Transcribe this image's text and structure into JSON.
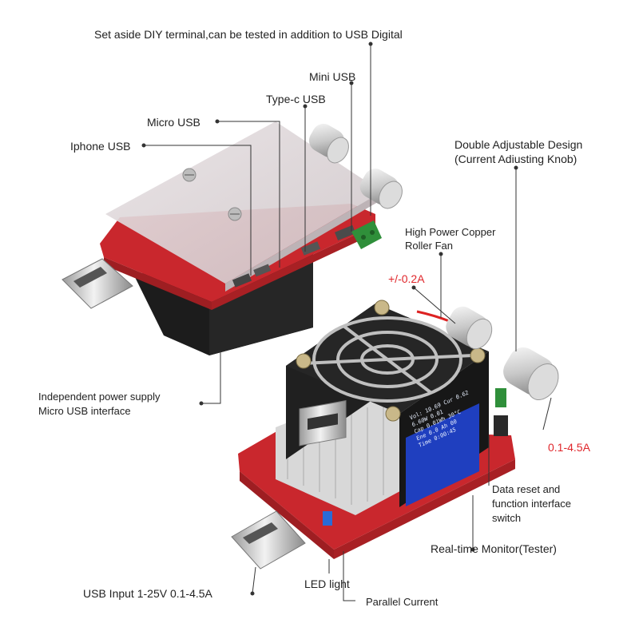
{
  "labels": {
    "diy_terminal": "Set aside DIY terminal,can be tested in addition to USB Digital",
    "mini_usb": "Mini USB",
    "type_c_usb": "Type-c USB",
    "micro_usb": "Micro USB",
    "iphone_usb": "Iphone USB",
    "double_adjustable_1": "Double Adjustable Design",
    "double_adjustable_2": "(Current Adiusting Knob)",
    "fan_1": "High Power Copper",
    "fan_2": "Roller Fan",
    "fine_current": "+/-0.2A",
    "coarse_current": "0.1-4.5A",
    "power_supply_1": "Independent power supply",
    "power_supply_2": "Micro USB interface",
    "reset_1": "Data reset and",
    "reset_2": "function interface",
    "reset_3": "switch",
    "monitor": "Real-time Monitor(Tester)",
    "led": "LED light",
    "usb_input": "USB Input 1-25V 0.1-4.5A",
    "parallel": "Parallel Current"
  },
  "screen": {
    "line1": "Vol: 10.69 Cur 0.62",
    "line2": "6.60W  0.01",
    "line3": "Cap 0.01Wh  30°C",
    "line4": "Ene 0.0 Ah   00",
    "line5": "Time 0:00:45"
  },
  "colors": {
    "label_text": "#222222",
    "accent_red": "#e0262b",
    "pcb_red": "#c9272d",
    "fan_black": "#1c1c1c",
    "screen_blue": "#1f3fbf"
  }
}
